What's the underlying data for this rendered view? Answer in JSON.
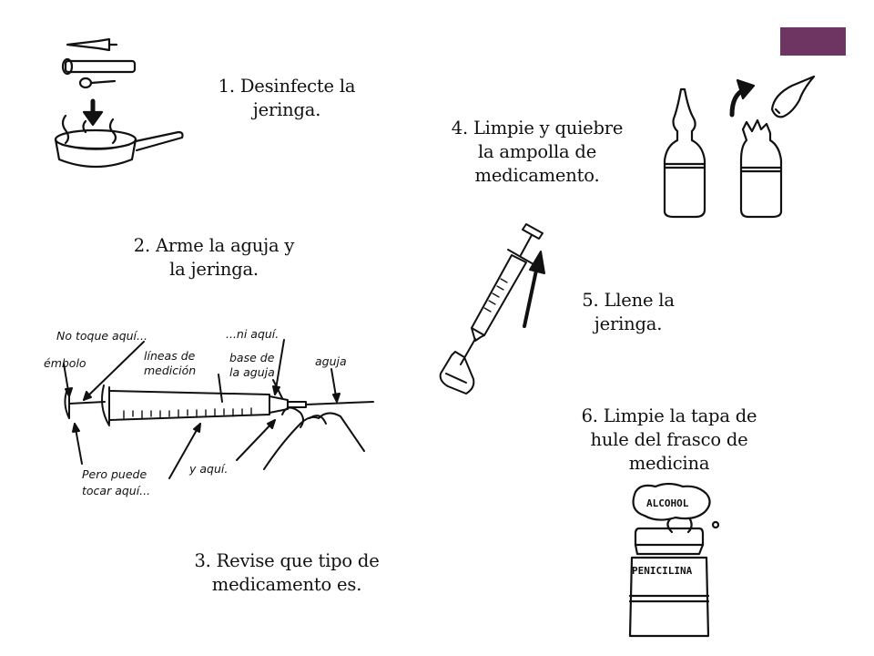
{
  "accent_color": "#6e3563",
  "steps": [
    {
      "id": 1,
      "lines": [
        "1. Desinfecte la",
        "jeringa."
      ]
    },
    {
      "id": 2,
      "lines": [
        "2. Arme la aguja y",
        "la jeringa."
      ]
    },
    {
      "id": 3,
      "lines": [
        "3. Revise que tipo de",
        "medicamento es."
      ]
    },
    {
      "id": 4,
      "lines": [
        "4. Limpie y quiebre",
        "la ampolla de",
        "medicamento."
      ]
    },
    {
      "id": 5,
      "lines": [
        "5. Llene la",
        "jeringa."
      ]
    },
    {
      "id": 6,
      "lines": [
        "6. Limpie la tapa de",
        "hule del frasco de",
        "medicina"
      ]
    }
  ],
  "syringe_labels": {
    "no_toque": "No toque aquí...",
    "ni_aqui": "...ni aquí.",
    "embolo": "émbolo",
    "lineas_1": "líneas de",
    "lineas_2": "medición",
    "base_1": "base de",
    "base_2": "la aguja",
    "aguja": "aguja",
    "pero_1": "Pero puede",
    "pero_2": "tocar aquí...",
    "y_aqui": "y aquí."
  },
  "bottle_labels": {
    "alcohol": "ALCOHOL",
    "penicilina": "PENICILINA"
  }
}
